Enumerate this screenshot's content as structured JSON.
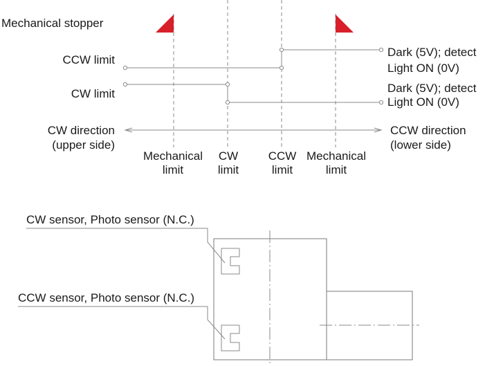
{
  "colors": {
    "stopper": "#d7202a",
    "line": "#8a8a8a",
    "text": "#1a1a1a"
  },
  "timing": {
    "mechanical_stopper": "Mechanical stopper",
    "ccw_limit": "CCW limit",
    "cw_limit": "CW limit",
    "cw_direction": [
      "CW direction",
      "(upper side)"
    ],
    "ccw_direction": [
      "CCW direction",
      "(lower side)"
    ],
    "ccw_signal": [
      "Dark (5V); detect",
      "Light ON (0V)"
    ],
    "cw_signal": [
      "Dark (5V); detect",
      "Light ON (0V)"
    ],
    "positions": {
      "mech_left": [
        "Mechanical",
        "limit"
      ],
      "cw": [
        "CW",
        "limit"
      ],
      "ccw": [
        "CCW",
        "limit"
      ],
      "mech_right": [
        "Mechanical",
        "limit"
      ]
    }
  },
  "sensor_drawing": {
    "cw_sensor": "CW sensor, Photo sensor (N.C.)",
    "ccw_sensor": "CCW sensor, Photo sensor (N.C.)"
  }
}
